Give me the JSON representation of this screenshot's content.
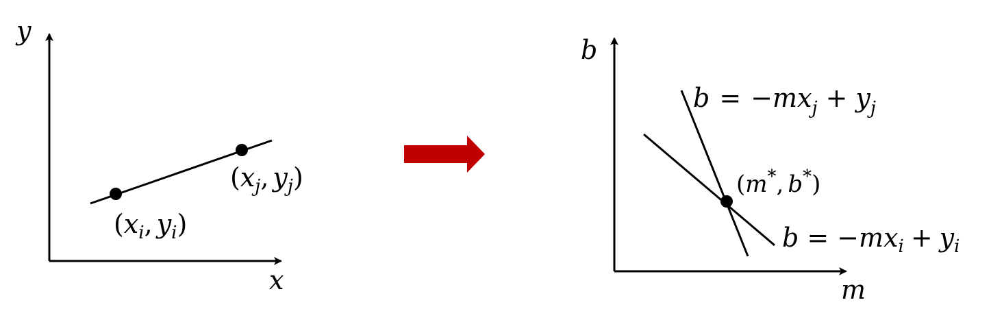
{
  "image_space": {
    "axis_x_label": "x",
    "axis_y_label": "y",
    "point_i": {
      "open": "(",
      "x": "x",
      "x_sub": "i",
      "comma": ",",
      "y": "y",
      "y_sub": "i",
      "close": ")"
    },
    "point_j": {
      "open": "(",
      "x": "x",
      "x_sub": "j",
      "comma": ",",
      "y": "y",
      "y_sub": "j",
      "close": ")"
    }
  },
  "parameter_space": {
    "axis_x_label": "m",
    "axis_y_label": "b",
    "intersection": {
      "open": "(",
      "m": "m",
      "m_star": "*",
      "comma": ",",
      "b": "b",
      "b_star": "*",
      "close": ")"
    },
    "line_j": {
      "lhs": "b",
      "eq": "=",
      "minus": "−",
      "m": "m",
      "x": "x",
      "x_sub": "j",
      "plus": "+",
      "y": "y",
      "y_sub": "j"
    },
    "line_i": {
      "lhs": "b",
      "eq": "=",
      "minus": "−",
      "m": "m",
      "x": "x",
      "x_sub": "i",
      "plus": "+",
      "y": "y",
      "y_sub": "i"
    }
  },
  "colors": {
    "ink": "#000000",
    "arrow": "#c00000"
  }
}
